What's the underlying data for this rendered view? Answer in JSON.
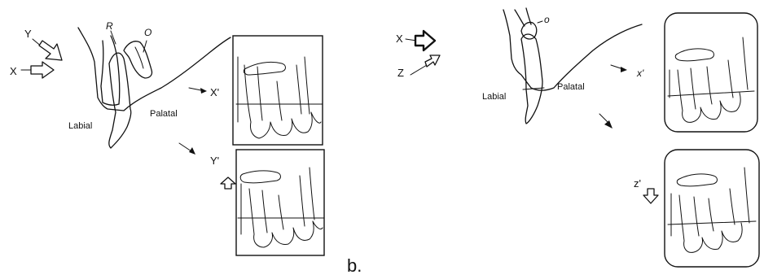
{
  "caption": "b.",
  "left_figure": {
    "labels": {
      "y": "Y",
      "x": "X",
      "r": "R",
      "o": "O",
      "x_prime": "X'",
      "y_prime": "Y'"
    },
    "regions": {
      "labial": "Labial",
      "palatal": "Palatal"
    }
  },
  "right_figure": {
    "labels": {
      "x": "X",
      "z": "Z",
      "o": "o",
      "x_prime": "x'",
      "z_prime": "z'"
    },
    "regions": {
      "labial": "Labial",
      "palatal": "Palatal"
    }
  }
}
